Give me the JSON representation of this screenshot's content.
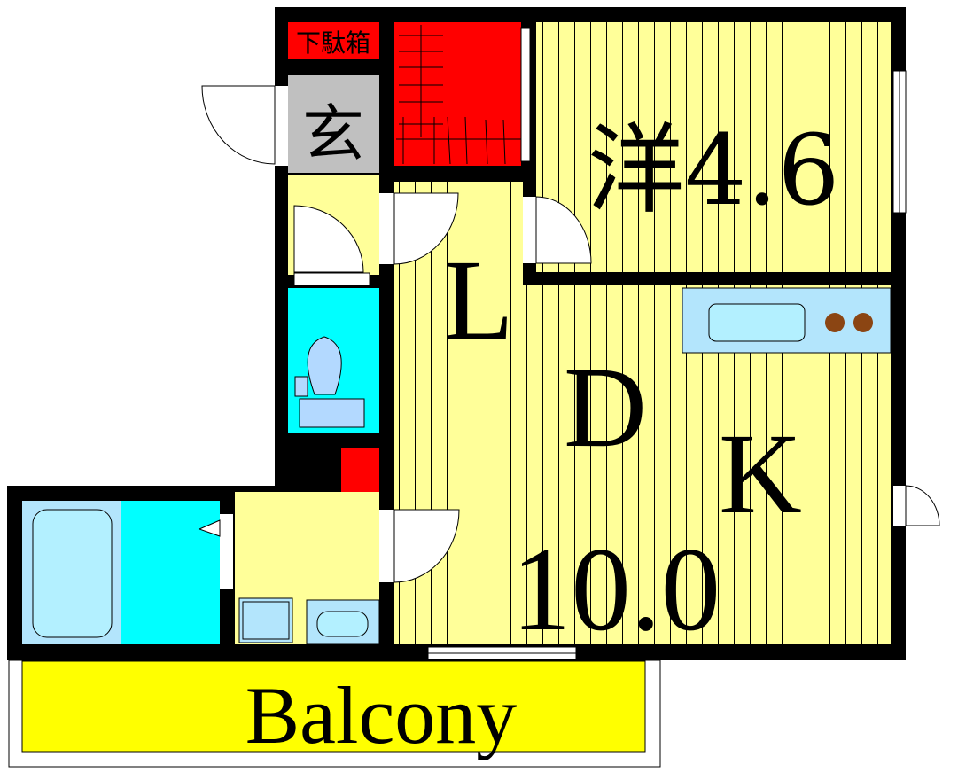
{
  "labels": {
    "shoe_cabinet": "下駄箱",
    "entrance": "玄",
    "western_room": "洋4.6",
    "ldk_l": "L",
    "ldk_d": "D",
    "ldk_k": "K",
    "ldk_size": "10.0",
    "balcony": "Balcony"
  },
  "colors": {
    "wall": "#000000",
    "room_yellow": "#ffff99",
    "storage_red": "#ff0000",
    "entrance_gray": "#c0c0c0",
    "wet_cyan": "#00ffff",
    "fixture_blue": "#b3e5fc",
    "balcony_yellow": "#ffff00",
    "burner_brown": "#8b4513"
  }
}
